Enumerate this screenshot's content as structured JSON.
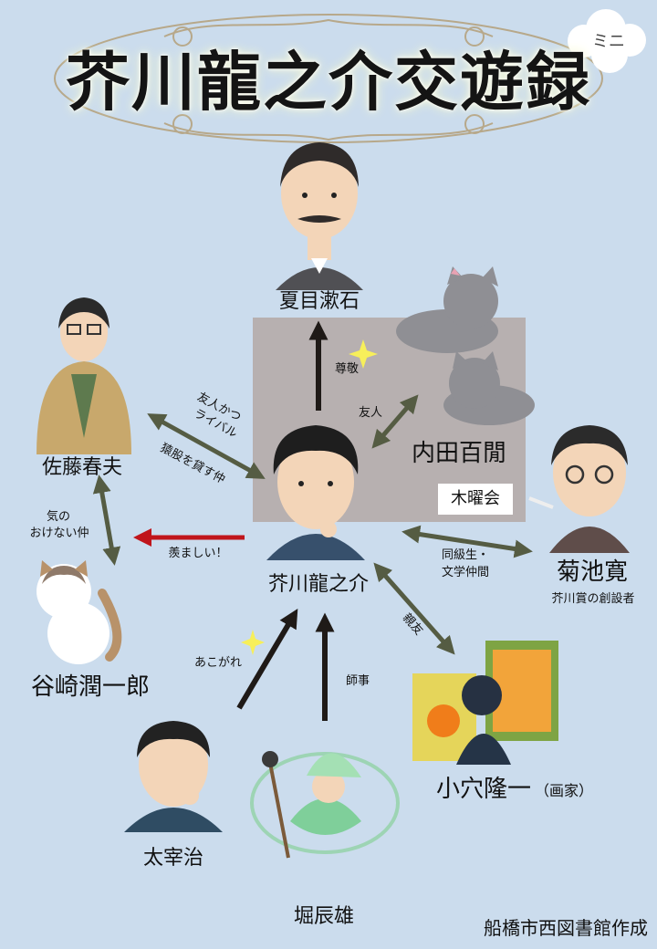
{
  "title": "芥川龍之介交遊録",
  "title_badge": "ミニ",
  "credit": "船橋市西図書館作成",
  "colors": {
    "background": "#cbdced",
    "group_box": "#b7b0b0",
    "relation_arrow": "#555c43",
    "admiration_arrow": "#1f1a17",
    "envy_arrow": "#c0151b"
  },
  "group": {
    "label": "木曜会"
  },
  "people": {
    "center": {
      "name": "芥川龍之介"
    },
    "soseki": {
      "name": "夏目漱石"
    },
    "uchida": {
      "name": "内田百閒"
    },
    "sato": {
      "name": "佐藤春夫"
    },
    "kikuchi": {
      "name": "菊池寛",
      "note": "芥川賞の創設者"
    },
    "tanizaki": {
      "name": "谷崎潤一郎"
    },
    "oana": {
      "name": "小穴隆一",
      "note": "（画家）"
    },
    "dazai": {
      "name": "太宰治"
    },
    "hori": {
      "name": "堀辰雄"
    }
  },
  "relations": {
    "soseki": "尊敬",
    "uchida": "友人",
    "sato_1": "友人かつ",
    "sato_2": "ライバル",
    "sato_3": "猿股を貸す仲",
    "kikuchi_1": "同級生・",
    "kikuchi_2": "文学仲間",
    "oana": "親友",
    "tanizaki": "羨ましい！",
    "sato_tanizaki_1": "気の",
    "sato_tanizaki_2": "おけない仲",
    "dazai": "あこがれ",
    "hori": "師事"
  }
}
